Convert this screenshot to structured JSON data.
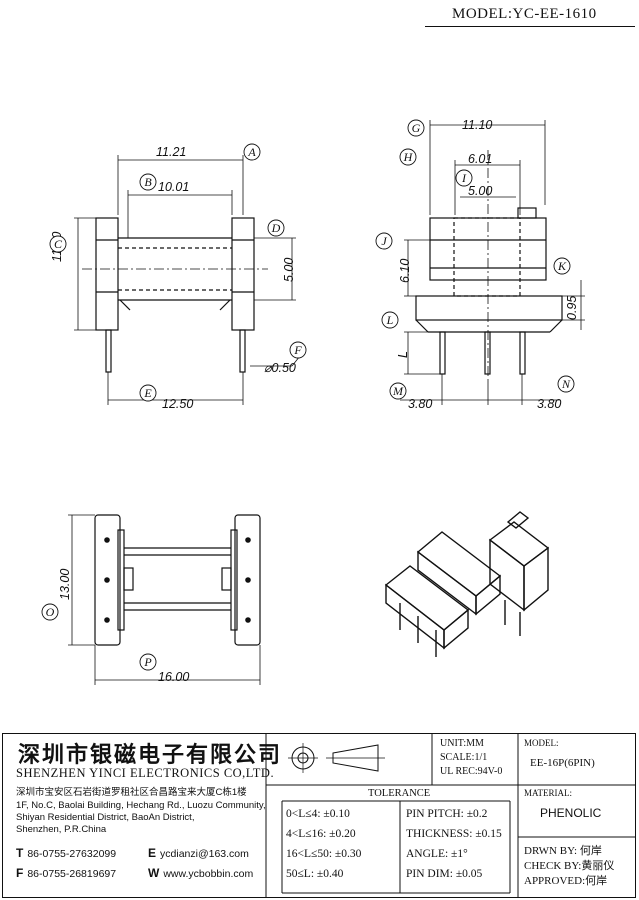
{
  "header": {
    "model": "MODEL:YC-EE-1610"
  },
  "dimensions": {
    "top_left": {
      "a": "11.21",
      "b": "10.01",
      "c": "11.30",
      "d": "5.00",
      "e": "12.50",
      "f": "⌀0.50"
    },
    "top_right": {
      "g": "11.10",
      "h_upper": "6.01",
      "i": "5.00",
      "j": "6.10",
      "k": "0.95",
      "l": "L",
      "m": "3.80",
      "n": "3.80"
    },
    "bottom": {
      "o": "13.00",
      "p": "16.00"
    }
  },
  "markers": [
    "A",
    "B",
    "C",
    "D",
    "E",
    "F",
    "G",
    "H",
    "I",
    "J",
    "K",
    "L",
    "M",
    "N",
    "O",
    "P"
  ],
  "title_block": {
    "company_cn": "深圳市银磁电子有限公司",
    "company_en": "SHENZHEN YINCI ELECTRONICS CO,LTD.",
    "address_cn": "深圳市宝安区石岩街道罗租社区合昌路宝来大厦C栋1楼",
    "address_en": [
      "1F, No.C, Baolai Building, Hechang Rd., Luozu Community,",
      "Shiyan Residential District, BaoAn District,",
      "Shenzhen, P.R.China"
    ],
    "tel_key": "T",
    "tel": "86-0755-27632099",
    "fax_key": "F",
    "fax": "86-0755-26819697",
    "email_key": "E",
    "email": "ycdianzi@163.com",
    "web_key": "W",
    "web": "www.ycbobbin.com",
    "unit": "UNIT:MM",
    "scale": "SCALE:1/1",
    "ul": "UL REC:94V-0",
    "model_label": "MODEL:",
    "model_value": "EE-16P(6PIN)",
    "tolerance_title": "TOLERANCE",
    "tolerance_rows": [
      "0<L≤4: ±0.10",
      "4<L≤16: ±0.20",
      "16<L≤50: ±0.30",
      "50≤L: ±0.40"
    ],
    "tolerance_right": [
      "PIN PITCH: ±0.2",
      "THICKNESS: ±0.15",
      "ANGLE: ±1°",
      "PIN DIM: ±0.05"
    ],
    "material_label": "MATERIAL:",
    "material": "PHENOLIC",
    "drawn_by": "DRWN BY: 何岸",
    "check_by": "CHECK BY:黄丽仪",
    "approved": "APPROVED:何岸"
  }
}
